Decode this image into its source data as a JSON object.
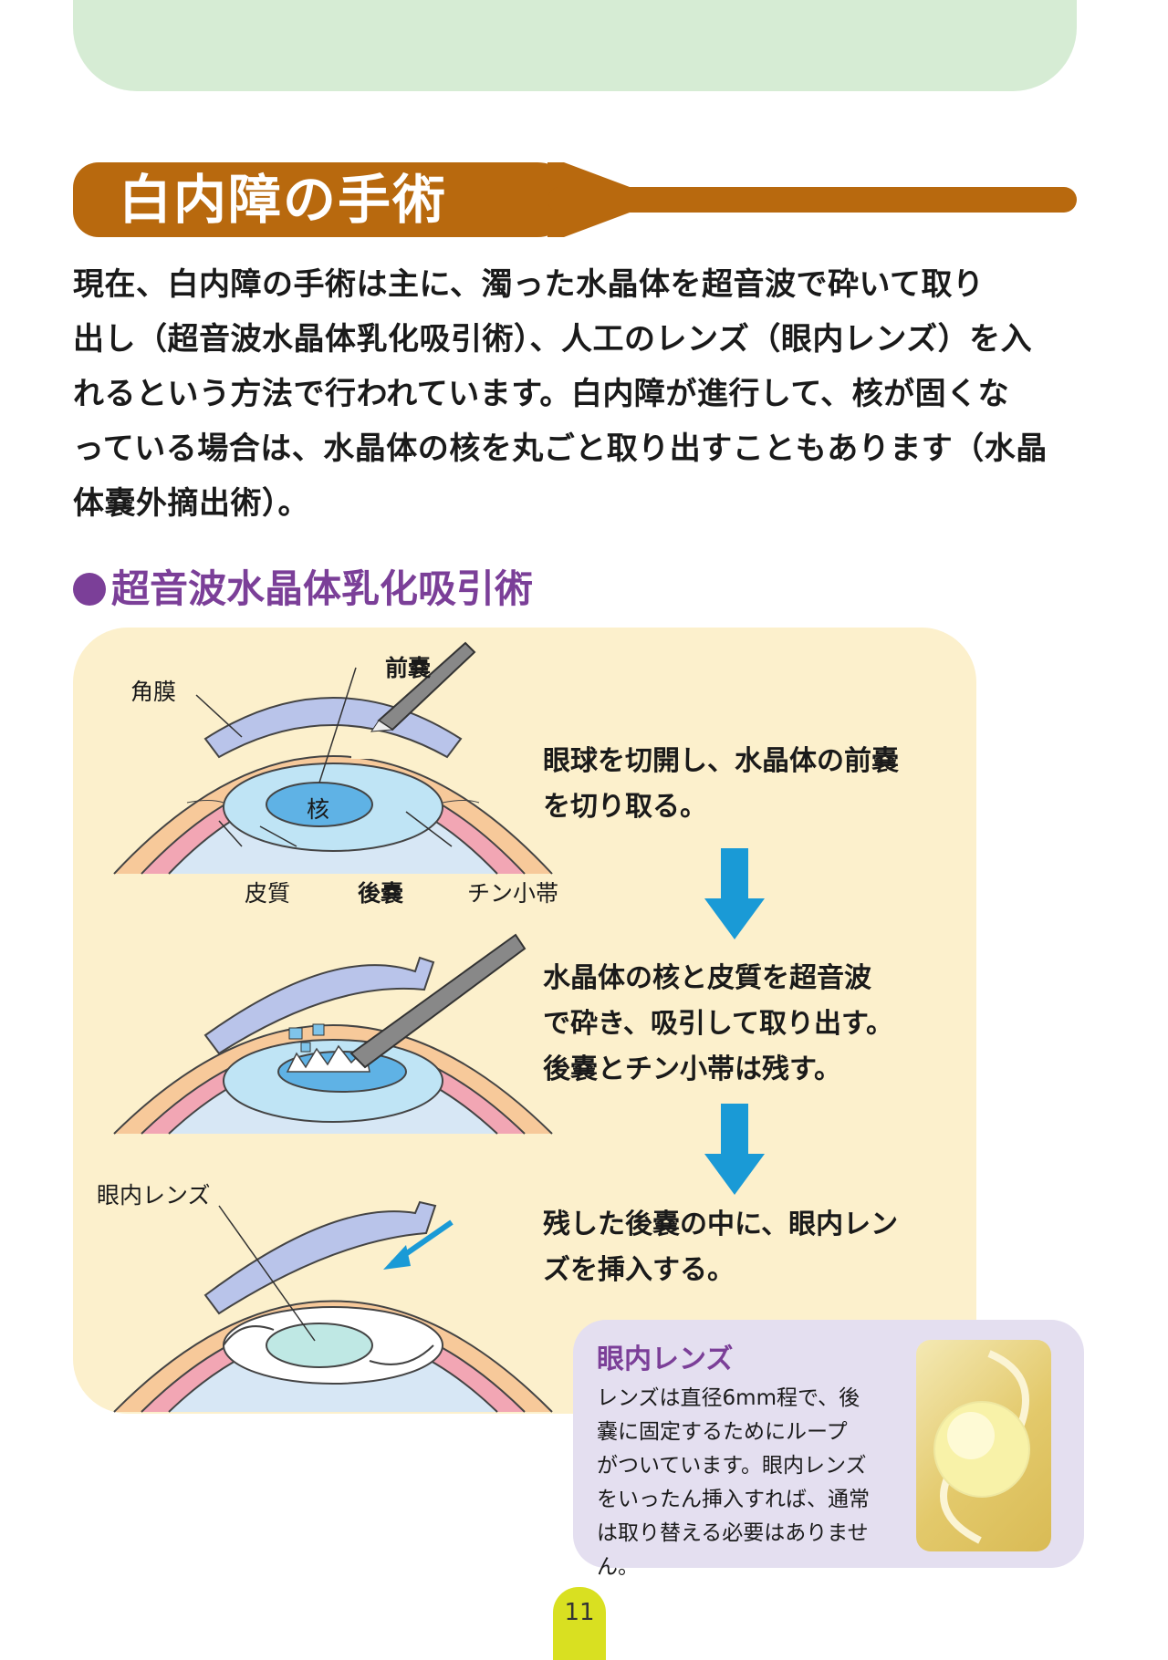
{
  "section": {
    "title": "白内障の手術"
  },
  "intro": {
    "lines": [
      "現在、白内障の手術は主に、濁った水晶体を超音波で砕いて取り",
      "出し（超音波水晶体乳化吸引術）、人工のレンズ（眼内レンズ）を入",
      "れるという方法で行われています。白内障が進行して、核が固くな",
      "っている場合は、水晶体の核を丸ごと取り出すこともあります（水晶",
      "体嚢外摘出術）。"
    ]
  },
  "subheading": "超音波水晶体乳化吸引術",
  "diagram_labels": {
    "cornea": "角膜",
    "anterior_capsule": "前嚢",
    "nucleus": "核",
    "cortex": "皮質",
    "posterior_capsule": "後嚢",
    "zonule": "チン小帯",
    "iol": "眼内レンズ"
  },
  "steps": [
    {
      "lines": [
        "眼球を切開し、水晶体の前嚢",
        "を切り取る。"
      ]
    },
    {
      "lines": [
        "水晶体の核と皮質を超音波",
        "で砕き、吸引して取り出す。",
        "後嚢とチン小帯は残す。"
      ]
    },
    {
      "lines": [
        "残した後嚢の中に、眼内レン",
        "ズを挿入する。"
      ]
    }
  ],
  "info_box": {
    "title": "眼内レンズ",
    "lines": [
      "レンズは直径6mm程で、後",
      "嚢に固定するためにループ",
      "がついています。眼内レンズ",
      "をいったん挿入すれば、通常",
      "は取り替える必要はありません。"
    ]
  },
  "page_number": "11",
  "colors": {
    "header": "#b8690e",
    "accent_purple": "#7b3f98",
    "panel": "#fcf0cc",
    "arrow_blue": "#1a9ad6",
    "top_band": "#d6ecd4",
    "page_tab": "#d9e021"
  }
}
